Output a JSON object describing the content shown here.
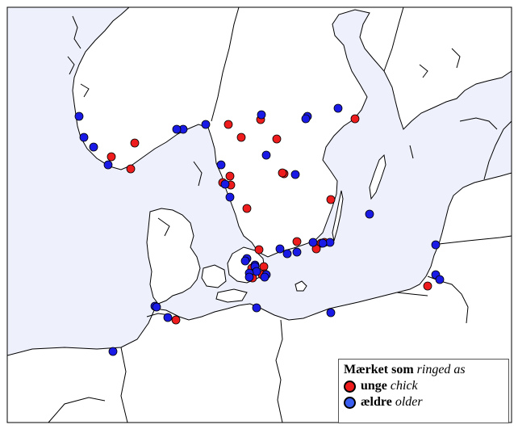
{
  "map": {
    "colors": {
      "sea": "#eef0fb",
      "land": "#ffffff",
      "coast": "#000000",
      "border": "#000000",
      "chick": "#ee1c1c",
      "older": "#1a1ae6"
    },
    "legend": {
      "title_bold": "Mærket som",
      "title_italic": "ringed as",
      "items": [
        {
          "key": "chick",
          "bold": "unge",
          "italic": "chick",
          "color": "#ee1c1c"
        },
        {
          "key": "older",
          "bold": "ældre",
          "italic": "older",
          "color": "#3a5ef0"
        }
      ]
    },
    "chick_count": 27,
    "older_count": 41
  }
}
